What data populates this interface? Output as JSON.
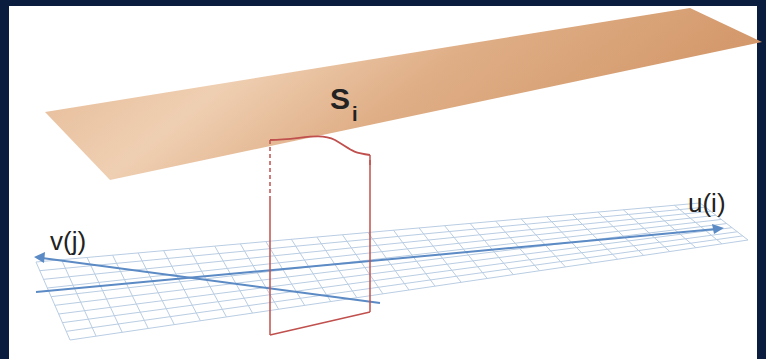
{
  "diagram": {
    "labels": [
      "S",
      "i",
      "u(i)",
      "v(j)"
    ]
  }
}
